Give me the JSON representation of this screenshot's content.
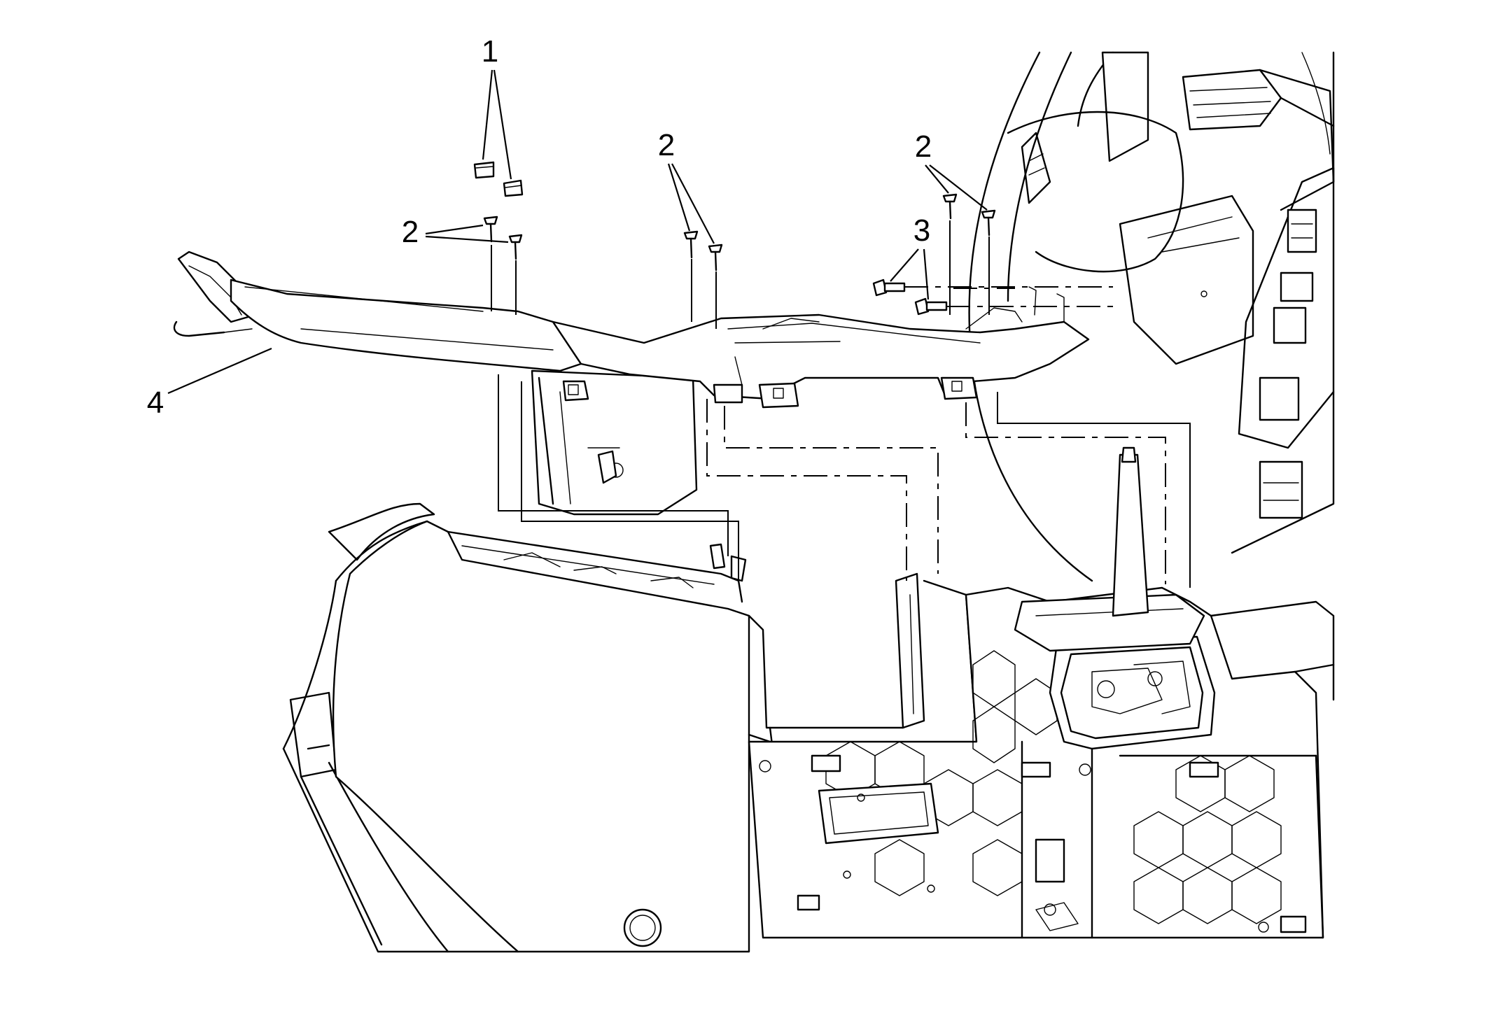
{
  "diagram": {
    "callouts": [
      {
        "id": "c1",
        "label": "1"
      },
      {
        "id": "c2a",
        "label": "2"
      },
      {
        "id": "c2b",
        "label": "2"
      },
      {
        "id": "c2c",
        "label": "2"
      },
      {
        "id": "c3",
        "label": "3"
      },
      {
        "id": "c4",
        "label": "4"
      }
    ]
  }
}
